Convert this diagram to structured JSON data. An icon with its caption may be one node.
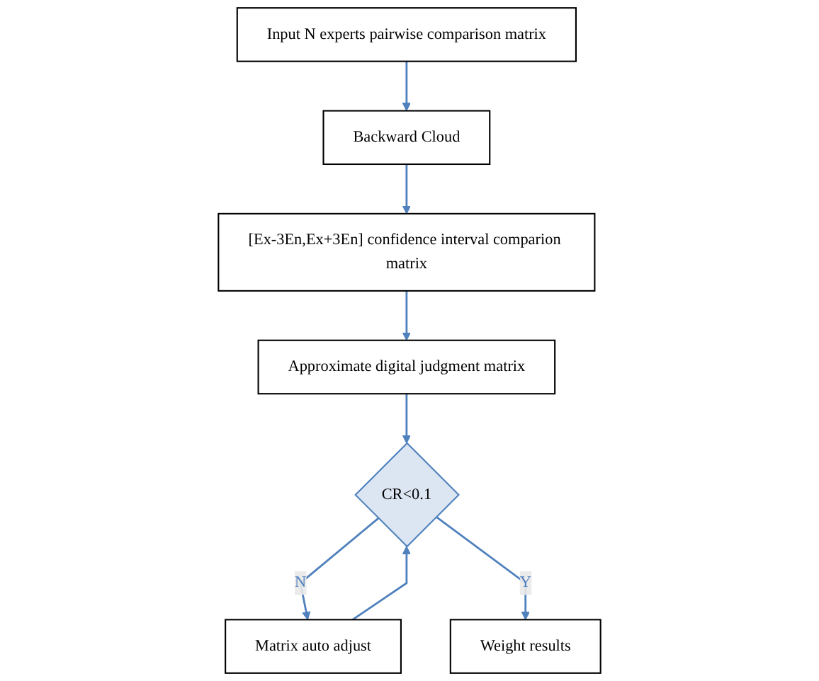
{
  "diagram": {
    "nodes": [
      {
        "text": [
          "Input N experts pairwise comparison matrix"
        ]
      },
      {
        "text": [
          "Backward Cloud"
        ]
      },
      {
        "text": [
          "[Ex-3En,Ex+3En] confidence interval comparion matrix"
        ]
      },
      {
        "text": [
          "Approximate digital judgment matrix"
        ]
      },
      {
        "text": [
          "CR<0.1"
        ]
      },
      {
        "text": [
          "Matrix auto adjust"
        ]
      },
      {
        "text": [
          "Weight results"
        ]
      }
    ],
    "edges": [
      {
        "from": 0,
        "to": 1,
        "arrow": "to"
      },
      {
        "from": 1,
        "to": 2,
        "arrow": "to"
      },
      {
        "from": 2,
        "to": 3,
        "arrow": "to"
      },
      {
        "from": 3,
        "to": 4,
        "arrow": "to"
      },
      {
        "from": 4,
        "to": 5,
        "arrow": "to",
        "label": "N"
      },
      {
        "from": 5,
        "to": 4,
        "arrow": "to"
      },
      {
        "from": 4,
        "to": 6,
        "arrow": "to",
        "label": "Y"
      }
    ]
  }
}
